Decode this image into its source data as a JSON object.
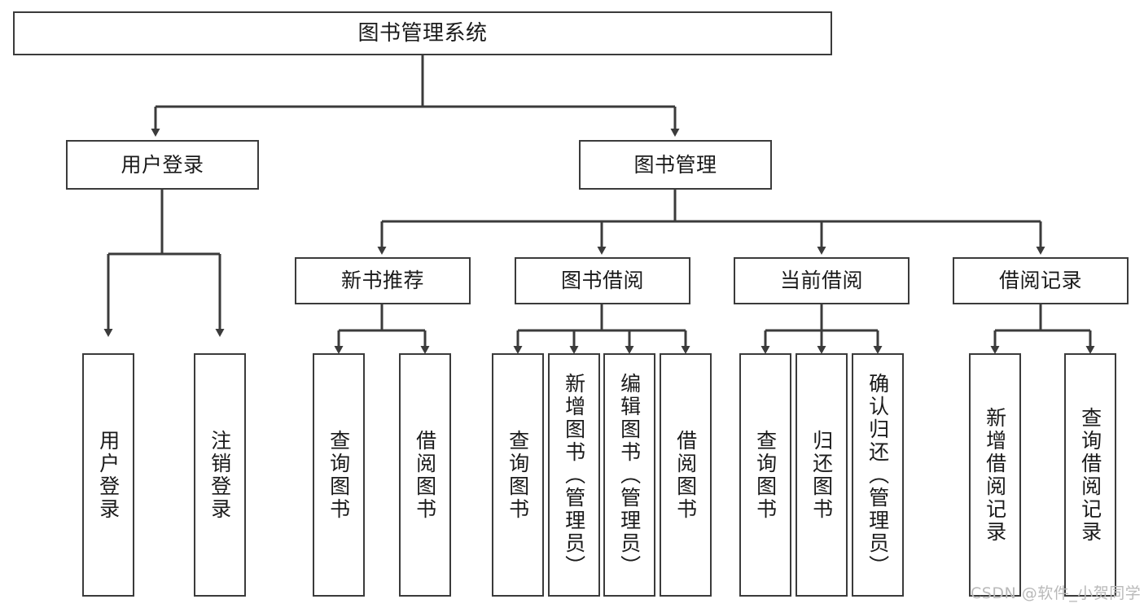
{
  "diagram": {
    "title": "图书管理系统",
    "type": "tree-hierarchy-diagram",
    "root": {
      "label": "图书管理系统"
    },
    "level1": [
      {
        "label": "用户登录"
      },
      {
        "label": "图书管理"
      }
    ],
    "level2": [
      {
        "label": "新书推荐"
      },
      {
        "label": "图书借阅"
      },
      {
        "label": "当前借阅"
      },
      {
        "label": "借阅记录"
      }
    ],
    "leaves": {
      "user_login": [
        {
          "label": "用户登录"
        },
        {
          "label": "注销登录"
        }
      ],
      "new_book_recommend": [
        {
          "label": "查询图书"
        },
        {
          "label": "借阅图书"
        }
      ],
      "book_borrow": [
        {
          "label": "查询图书"
        },
        {
          "label": "新增图书（管理员）"
        },
        {
          "label": "编辑图书（管理员）"
        },
        {
          "label": "借阅图书"
        }
      ],
      "current_borrow": [
        {
          "label": "查询图书"
        },
        {
          "label": "归还图书"
        },
        {
          "label": "确认归还（管理员）"
        }
      ],
      "borrow_record": [
        {
          "label": "新增借阅记录"
        },
        {
          "label": "查询借阅记录"
        }
      ]
    }
  },
  "watermark": {
    "text": "CSDN @软件_小贺同学"
  },
  "colors": {
    "border": "#3b3b3b",
    "background": "#ffffff",
    "text": "#1a1a1a",
    "watermark": "#b9b9b9"
  }
}
